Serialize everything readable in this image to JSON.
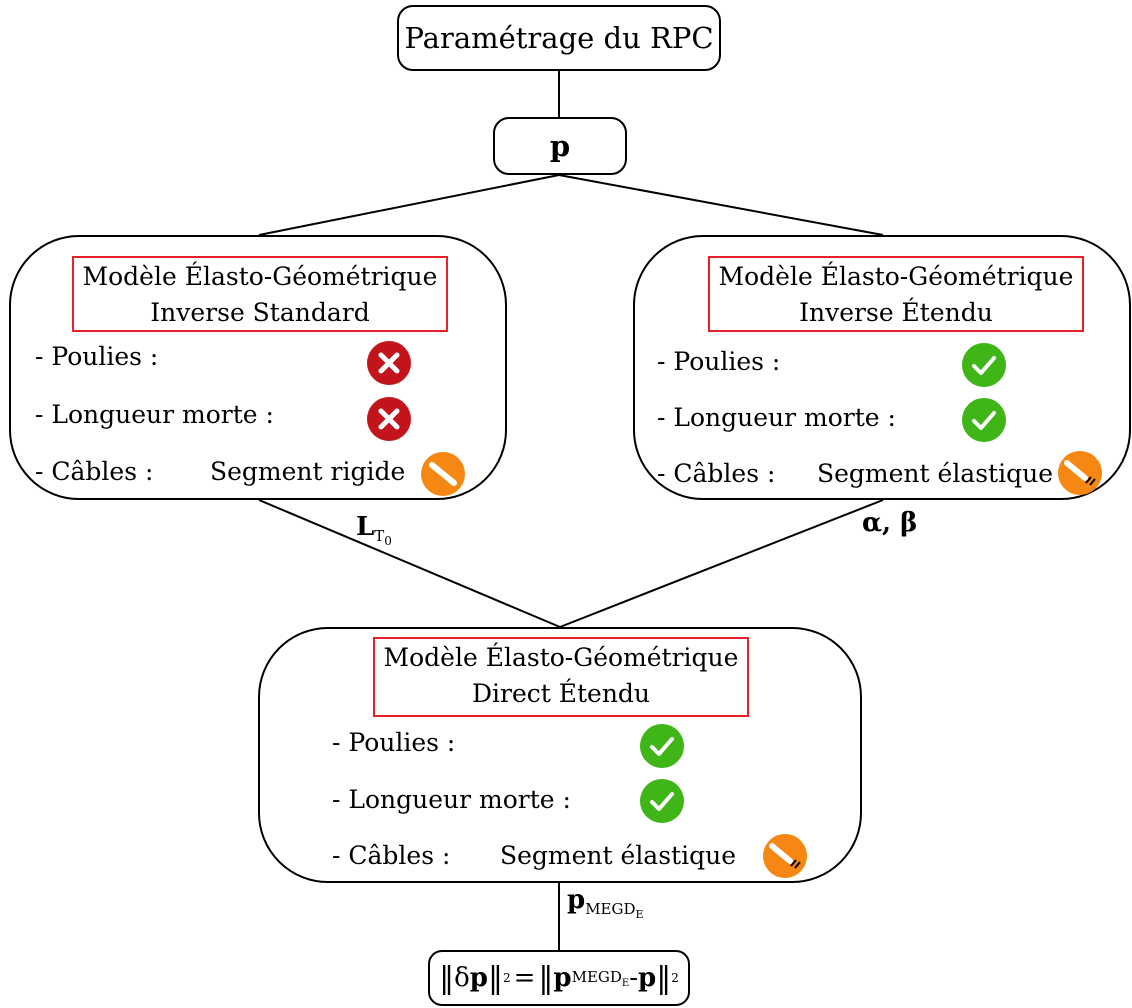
{
  "top": {
    "title": "Paramétrage du RPC"
  },
  "param": {
    "symbol": "p"
  },
  "left_model": {
    "title_line1": "Modèle Élasto-Géométrique",
    "title_line2": "Inverse Standard",
    "rows": [
      {
        "label": "- Poulies :",
        "status": "cross-icon"
      },
      {
        "label": "- Longueur morte :",
        "status": "cross-icon"
      },
      {
        "label": "- Câbles :",
        "value": "Segment rigide",
        "status": "rigid-segment-icon"
      }
    ]
  },
  "right_model": {
    "title_line1": "Modèle Élasto-Géométrique",
    "title_line2": "Inverse Étendu",
    "rows": [
      {
        "label": "- Poulies :",
        "status": "check-icon"
      },
      {
        "label": "- Longueur morte :",
        "status": "check-icon"
      },
      {
        "label": "- Câbles :",
        "value": "Segment élastique",
        "status": "elastic-segment-icon"
      }
    ]
  },
  "bottom_model": {
    "title_line1": "Modèle Élasto-Géométrique",
    "title_line2": "Direct Étendu",
    "rows": [
      {
        "label": "- Poulies :",
        "status": "check-icon"
      },
      {
        "label": "- Longueur morte :",
        "status": "check-icon"
      },
      {
        "label": "- Câbles :",
        "value": "Segment élastique",
        "status": "elastic-segment-icon"
      }
    ]
  },
  "edges": {
    "left_label_main": "L",
    "left_label_sub": "T",
    "left_label_subsub": "0",
    "right_label": "α, β",
    "output_main": "p",
    "output_sub": "MEGD",
    "output_subsub": "E"
  },
  "error_node": {
    "delta": "δ",
    "p": "p",
    "norm_sub": "2",
    "equals": "=",
    "megd": "MEGD",
    "megd_sub": "E",
    "minus": "-"
  },
  "colors": {
    "cross": "#c3141c",
    "check": "#3fb517",
    "cable": "#f68712",
    "title_border": "#e8202a"
  }
}
